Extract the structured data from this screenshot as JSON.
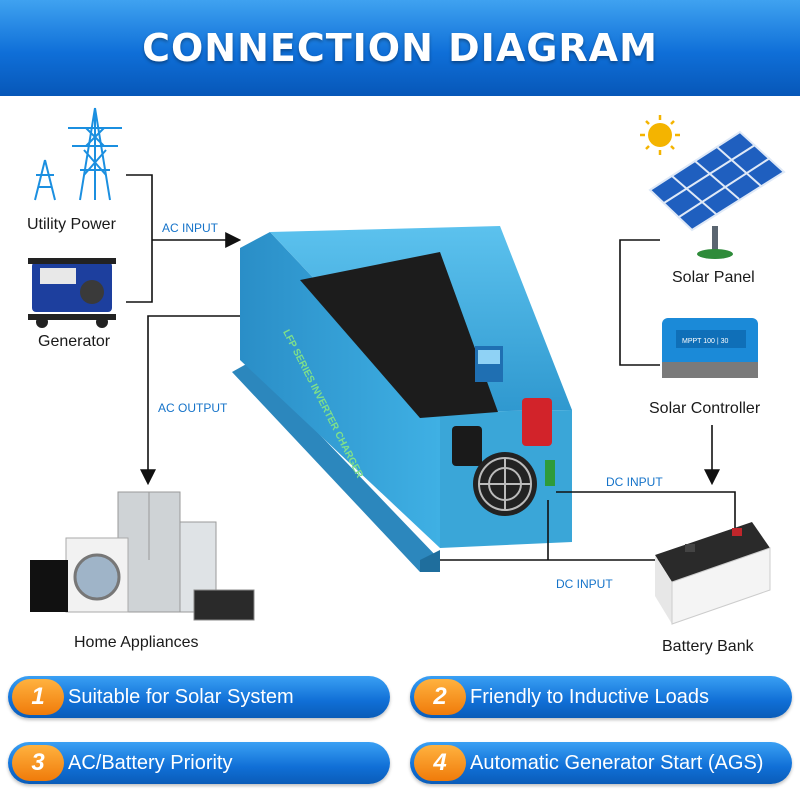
{
  "header": {
    "title": "CONNECTION DIAGRAM"
  },
  "nodes": {
    "utility_power": "Utility Power",
    "generator": "Generator",
    "home_appliances": "Home Appliances",
    "solar_panel": "Solar Panel",
    "solar_controller": "Solar Controller",
    "battery_bank": "Battery Bank"
  },
  "flows": {
    "ac_input": "AC INPUT",
    "ac_output": "AC OUTPUT",
    "dc_input_right": "DC INPUT",
    "dc_input_bottom": "DC INPUT"
  },
  "inverter": {
    "side_text": "LFP SERIES INVERTER CHARGER"
  },
  "controller": {
    "model_line": "MPPT 100 | 30"
  },
  "features": [
    {
      "num": "1",
      "text": "Suitable for Solar System"
    },
    {
      "num": "2",
      "text": "Friendly to Inductive Loads"
    },
    {
      "num": "3",
      "text": "AC/Battery Priority"
    },
    {
      "num": "4",
      "text": "Automatic Generator Start (AGS)"
    }
  ],
  "colors": {
    "header_blue": "#0f6fd8",
    "accent_orange": "#f07b0a",
    "flow_blue": "#1573c9",
    "inverter_blue": "#3aa6d8"
  }
}
